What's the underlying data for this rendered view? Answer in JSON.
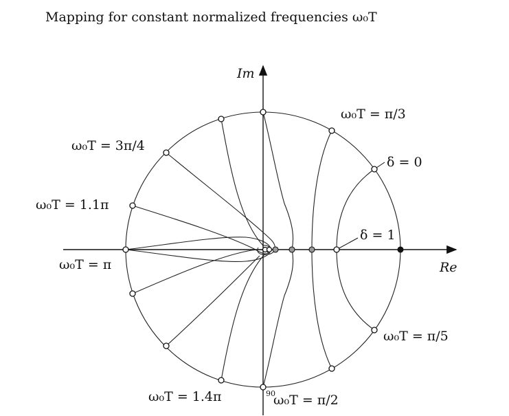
{
  "title": "Mapping for constant normalized frequencies ω₀T",
  "axes": {
    "imag_label": "Im",
    "real_label": "Re"
  },
  "labels": {
    "w_pi_over_3": "ω₀T = π/3",
    "w_3pi_over_4": "ω₀T = 3π/4",
    "w_1_1pi": "ω₀T = 1.1π",
    "w_pi": "ω₀T = π",
    "w_1_4pi": "ω₀T = 1.4π",
    "w_pi_over_2": "ω₀T = π/2",
    "w_pi_over_5": "ω₀T = π/5",
    "delta_0": "δ = 0",
    "delta_1": "δ = 1",
    "stray_number": "90"
  }
}
